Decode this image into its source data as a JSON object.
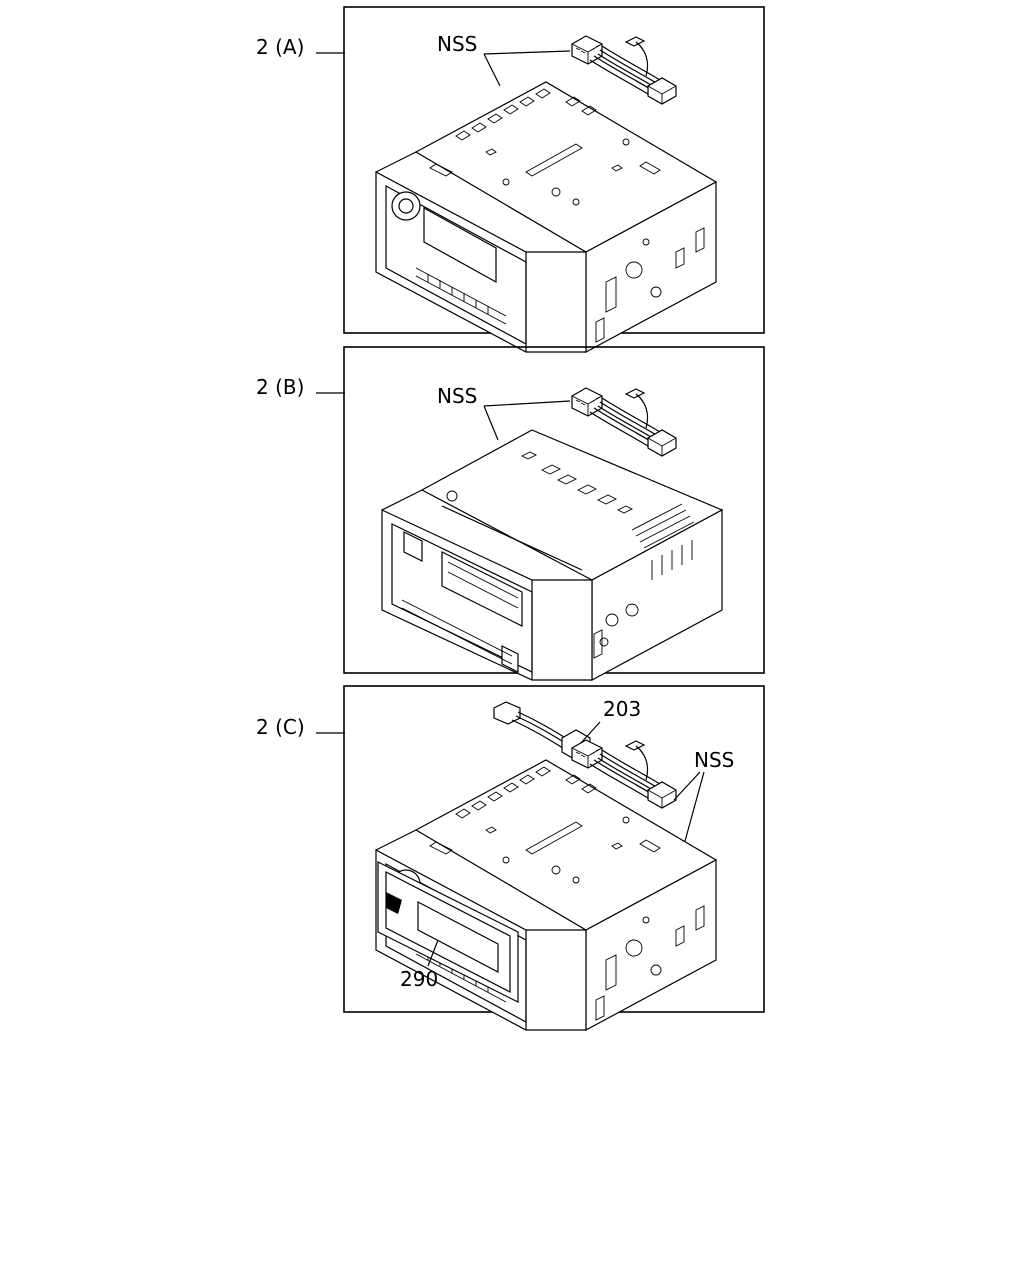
{
  "panels": [
    {
      "id": "a",
      "variant_label": "2 (A)",
      "callouts": [
        "NSS"
      ]
    },
    {
      "id": "b",
      "variant_label": "2 (B)",
      "callouts": [
        "NSS"
      ]
    },
    {
      "id": "c",
      "variant_label": "2 (C)",
      "callouts": [
        "203",
        "NSS",
        "290"
      ]
    }
  ]
}
